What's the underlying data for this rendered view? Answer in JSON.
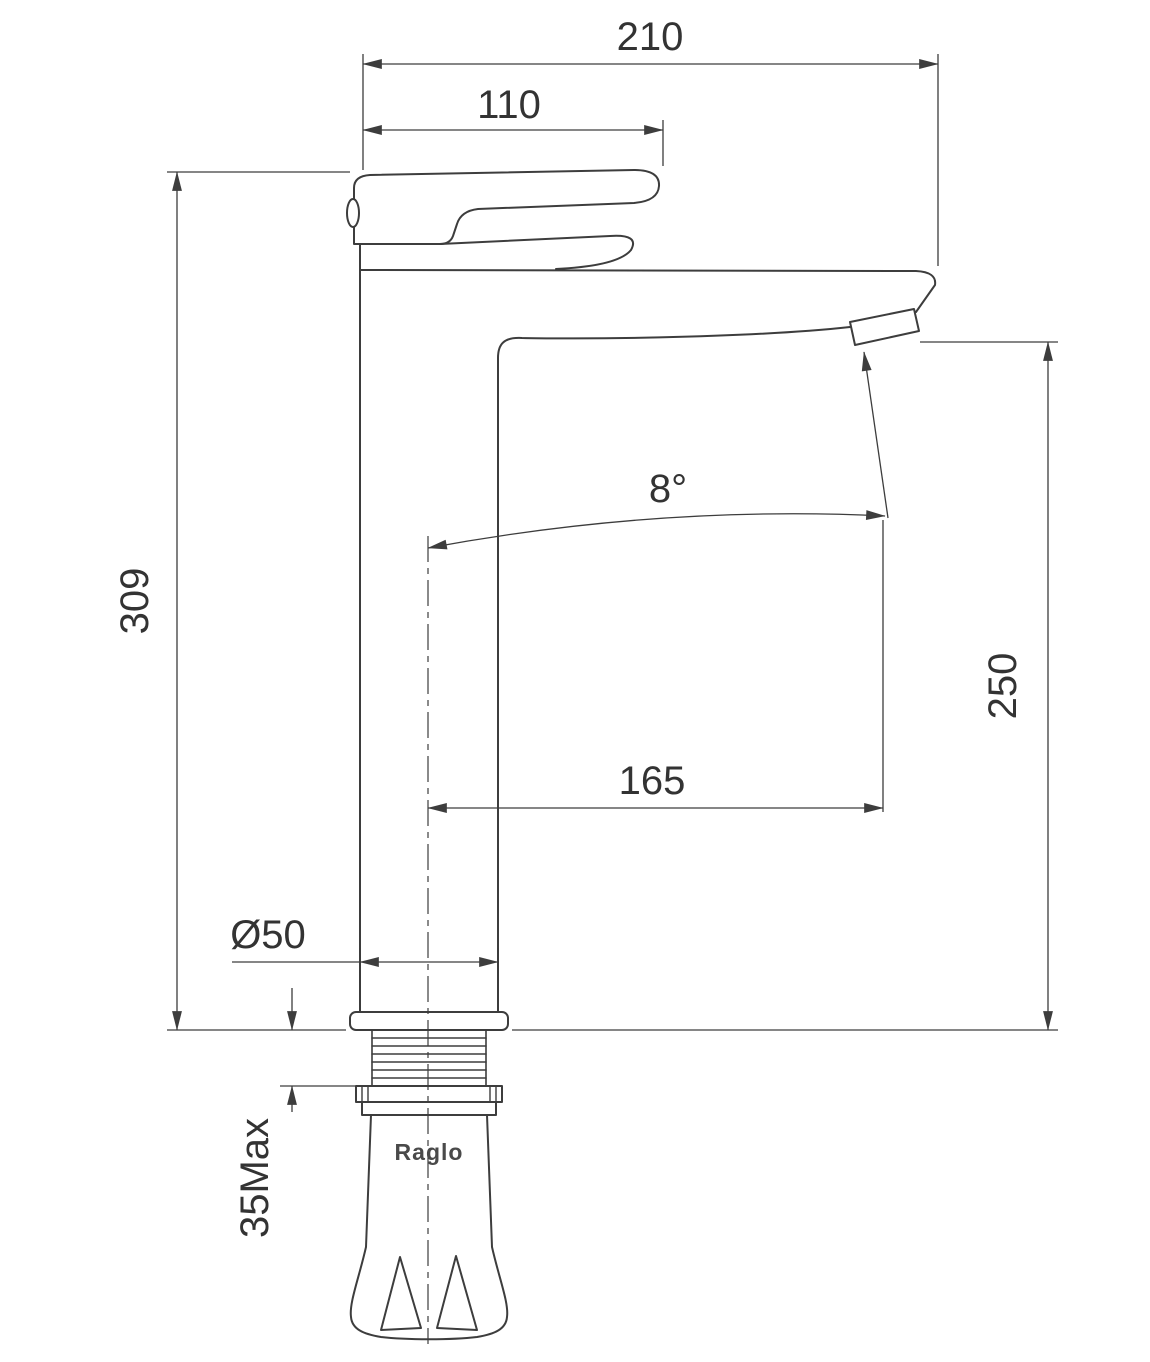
{
  "page": {
    "background": "#ffffff",
    "line_color": "#3d3d3d",
    "text_color": "#333333"
  },
  "drawing": {
    "brand_label": "Raglo",
    "dims": {
      "projection": "210",
      "handle": "110",
      "height": "309",
      "outlet_height": "250",
      "reach": "165",
      "angle": "8°",
      "diameter": "Ø50",
      "mount": "35Max"
    }
  }
}
